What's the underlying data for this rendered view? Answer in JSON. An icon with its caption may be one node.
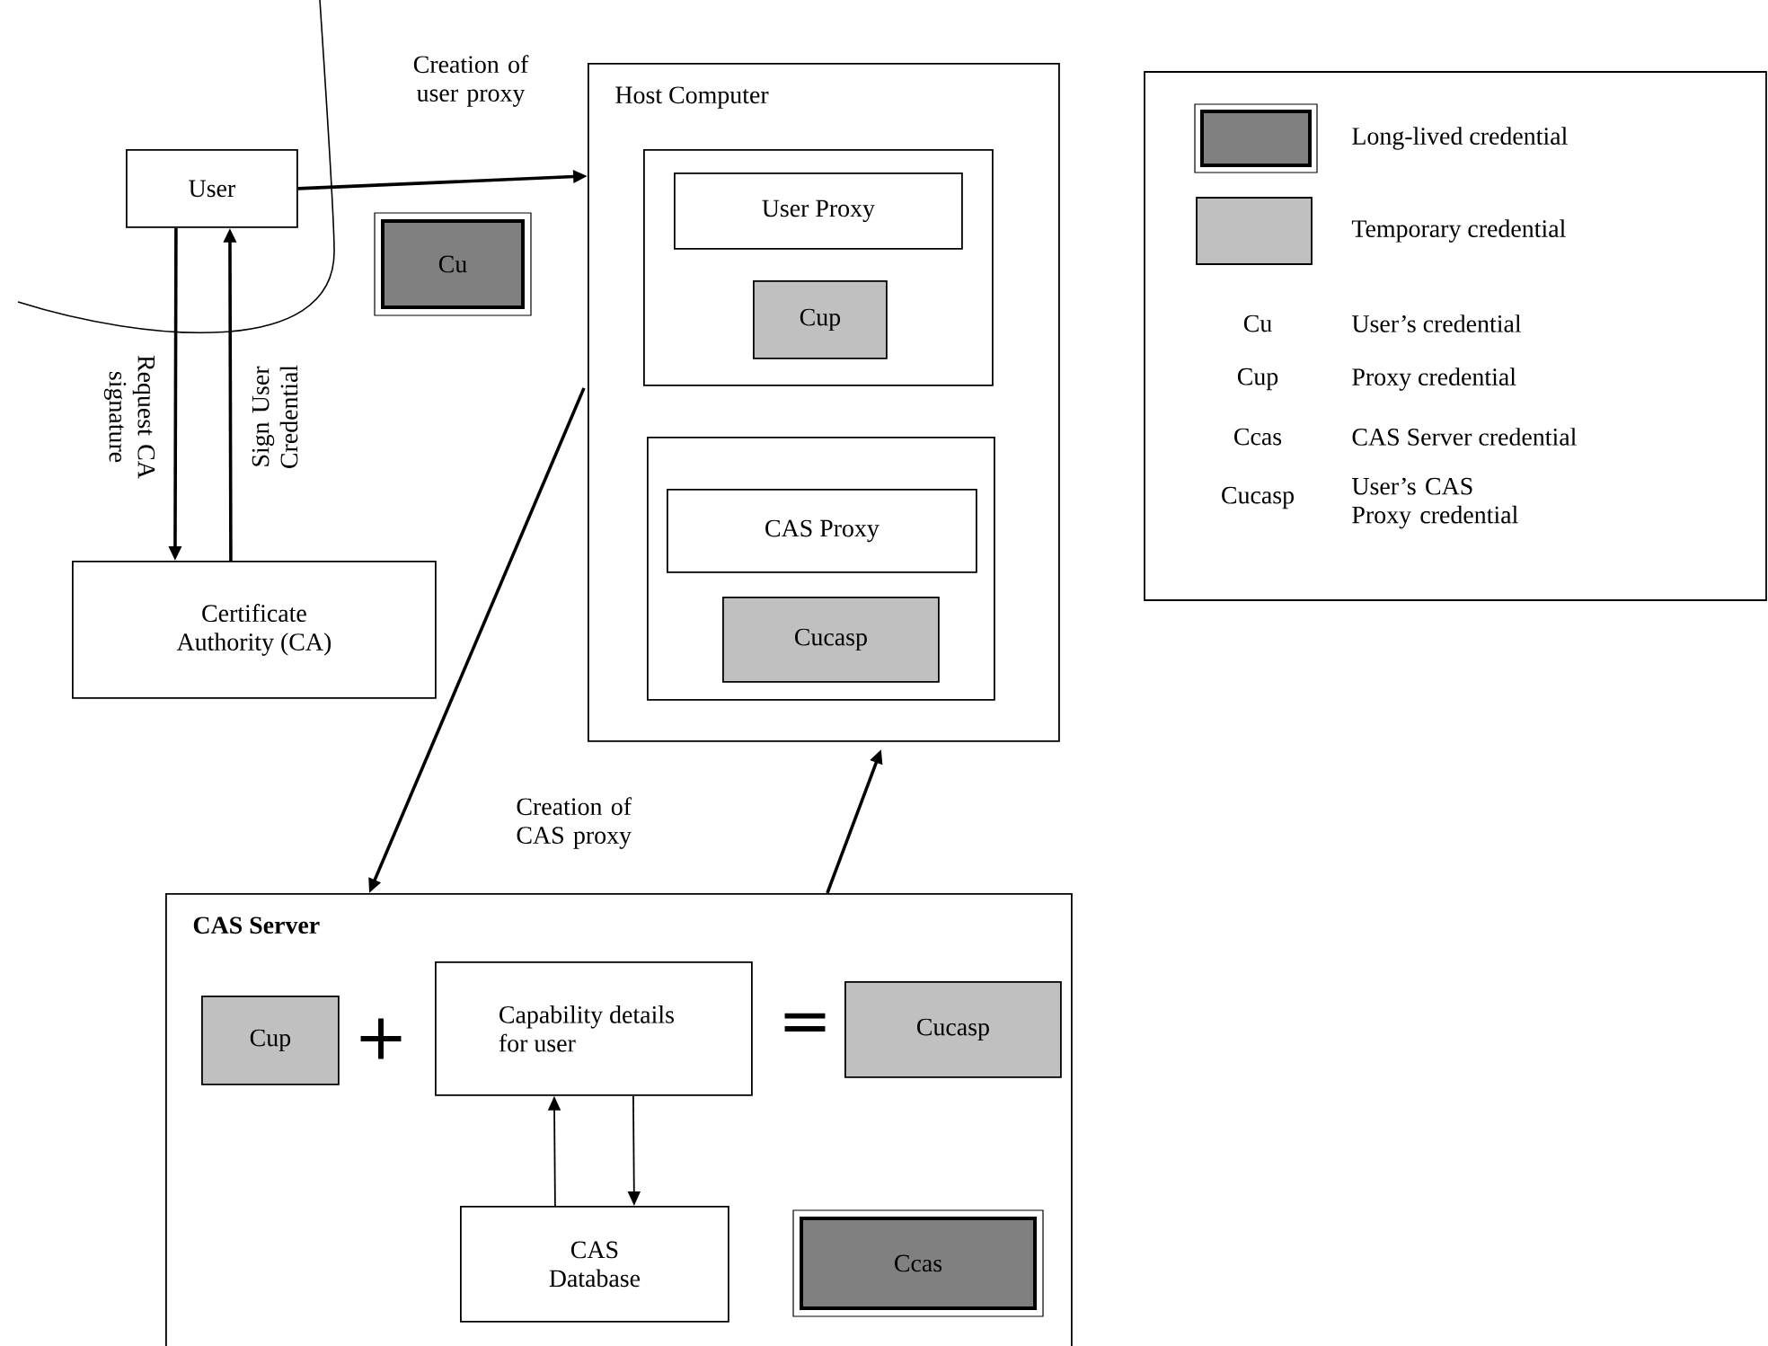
{
  "diagram": {
    "nodes": [
      {
        "text": [
          "User"
        ]
      },
      {
        "text": [
          "Cu"
        ]
      },
      {
        "text": [
          "Certificate Authority (CA)"
        ]
      },
      {
        "text": [
          "Host Computer"
        ]
      },
      {
        "text": [],
        "shape": "box",
        "in": 3
      },
      {
        "text": [
          "User Proxy"
        ],
        "in": 4
      },
      {
        "text": [
          "Cup"
        ],
        "in": 4
      },
      {
        "text": [],
        "shape": "box",
        "in": 3
      },
      {
        "text": [
          "CAS Proxy"
        ],
        "in": 7
      },
      {
        "text": [
          "Cucasp"
        ],
        "in": 7
      },
      {
        "text": [
          "CAS Server"
        ]
      },
      {
        "text": [
          "Cup"
        ],
        "in": 10
      },
      {
        "text": [
          "Capability details for user"
        ],
        "in": 10
      },
      {
        "text": [
          "Cucasp"
        ],
        "in": 10
      },
      {
        "text": [
          "CAS Database"
        ],
        "in": 10
      },
      {
        "text": [
          "Ccas"
        ],
        "in": 10
      }
    ],
    "edges": [
      {
        "from": 0,
        "to": 3,
        "arrow": "to",
        "label": "Creation of user proxy"
      },
      {
        "from": 0,
        "to": 2,
        "arrow": "to",
        "label": "Request CA signature"
      },
      {
        "from": 2,
        "to": 0,
        "arrow": "to",
        "label": "Sign User Credential"
      },
      {
        "from": 3,
        "to": 10,
        "arrow": "to"
      },
      {
        "from": 10,
        "to": 3,
        "arrow": "to"
      },
      {
        "from": 14,
        "to": 12,
        "arrow": "to"
      },
      {
        "from": 12,
        "to": 14,
        "arrow": "to"
      }
    ],
    "labels": [
      "Cu",
      "User’s credential",
      "Cup",
      "Proxy credential",
      "Ccas",
      "CAS Server credential",
      "Cucasp",
      "User’s CAS Proxy credential",
      "Creation of CAS proxy",
      "+",
      "="
    ],
    "legend": [
      {
        "text": "Long-lived credential"
      },
      {
        "text": "Temporary credential",
        "color": "#c0c0c0"
      }
    ]
  }
}
